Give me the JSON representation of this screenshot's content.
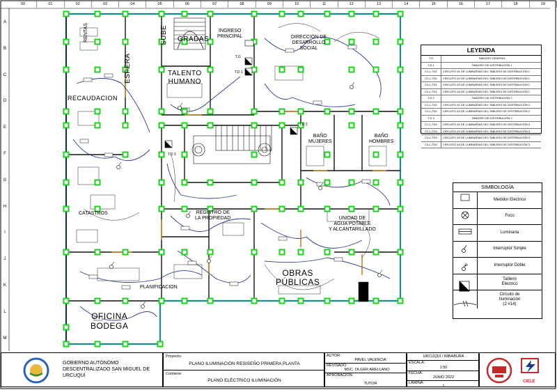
{
  "grid": {
    "columns": [
      "00",
      "01",
      "02",
      "03",
      "04",
      "05",
      "06",
      "07",
      "08",
      "09",
      "10",
      "11",
      "12",
      "13",
      "14",
      "15",
      "16",
      "17",
      "18",
      "19"
    ],
    "rows": [
      "A",
      "B",
      "C",
      "D",
      "E",
      "F",
      "G",
      "H",
      "I",
      "J",
      "K",
      "L",
      "M"
    ]
  },
  "rooms": {
    "rentas": "RENTAS",
    "espera": "ESPERA",
    "sube": "SUBE",
    "gradas": "GRADAS",
    "ingreso": "INGRESO\nPRINCIPAL",
    "desarrollo": "DIRECCIÓN DE\nDESARROLLO\nSOCIAL",
    "recaudacion": "RECAUDACION",
    "talento": "TALENTO\nHUMANO",
    "bano_mujeres": "BAÑO\nMUJERES",
    "bano_hombres": "BAÑO\nHOMBRES",
    "catastros": "CATASTROS",
    "registro": "REGISTRO DE\nLA PROPIEDAD",
    "agua": "UNIDAD DE\nAGUA POTABLE\nY ALCANTARILLADO",
    "obras": "OBRAS\nPÚBLICAS",
    "planificacion": "PLANIFICACION",
    "oficina": "OFICINA\nBODEGA"
  },
  "panel_tags": {
    "tg": "T.G",
    "td1": "T.D 1",
    "td2": "T.D 2",
    "td3": "T.D 3"
  },
  "leyenda": {
    "title": "LEYENDA",
    "rows": [
      {
        "code": "T.G",
        "desc": "TABLERO GENERAL",
        "center": true
      },
      {
        "code": "T.D 1",
        "desc": "TABLERO DE DISTRIBUCIÓN 1",
        "center": true
      },
      {
        "code": "C1-L-TD1",
        "desc": "CIRCUITO #1 DE LUMINARIAS DEL TABLERO DE DISTRIBUCIÓN 1",
        "center": false
      },
      {
        "code": "C2-L-TD1",
        "desc": "CIRCUITO #2 DE LUMINARIAS DEL TABLERO DE DISTRIBUCIÓN 1",
        "center": false
      },
      {
        "code": "C3-L-TD1",
        "desc": "CIRCUITO #3 DE LUMINARIAS DEL TABLERO DE DISTRIBUCIÓN 1",
        "center": false
      },
      {
        "code": "C4-L-TD1",
        "desc": "CIRCUITO #4 DE LUMINARIAS DEL TABLERO DE DISTRIBUCIÓN 1",
        "center": false
      },
      {
        "code": "T.D 2",
        "desc": "TABLERO DE DISTRIBUCIÓN 2",
        "center": true
      },
      {
        "code": "C1-L-TD2",
        "desc": "CIRCUITO #1 DE LUMINARIAS DEL TABLERO DE DISTRIBUCIÓN 2",
        "center": false
      },
      {
        "code": "C2-L-TD2",
        "desc": "CIRCUITO #2 DE LUMINARIAS DEL TABLERO DE DISTRIBUCIÓN 2",
        "center": false
      },
      {
        "code": "T.D 3",
        "desc": "TABLERO DE DISTRIBUCIÓN 3",
        "center": true
      },
      {
        "code": "C1-L-TD3",
        "desc": "CIRCUITO #1 DE LUMINARIAS DEL TABLERO DE DISTRIBUCIÓN 3",
        "center": false
      },
      {
        "code": "C2-L-TD3",
        "desc": "CIRCUITO #2 DE LUMINARIAS DEL TABLERO DE DISTRIBUCIÓN 3",
        "center": false
      },
      {
        "code": "C3-L-TD3",
        "desc": "CIRCUITO #3 DE LUMINARIAS DEL TABLERO DE DISTRIBUCIÓN 3",
        "center": false
      },
      {
        "code": "C4-L-TD3",
        "desc": "CIRCUITO #4 DE LUMINARIAS DEL TABLERO DE DISTRIBUCIÓN 3",
        "center": false
      }
    ]
  },
  "simbologia": {
    "title": "SIMBOLOGÍA",
    "items": [
      {
        "label": "Medidor Eléctrico",
        "icon": "meter-icon"
      },
      {
        "label": "Foco",
        "icon": "bulb-icon"
      },
      {
        "label": "Luminaria",
        "icon": "luminaire-icon"
      },
      {
        "label": "Interruptor Simple",
        "icon": "single-switch-icon"
      },
      {
        "label": "Interruptor Doble",
        "icon": "double-switch-icon"
      },
      {
        "label": "Tablero\nEléctrico",
        "icon": "panel-icon"
      },
      {
        "label": "Circuito de\nIluminación\n(2 #14)",
        "icon": "circuit-icon"
      }
    ]
  },
  "titleblock": {
    "entity": "GOBIERNO AUTÓNOMO\nDESCENTRALIZADO SAN MIGUEL DE\nURCUQUÍ",
    "proyecto_label": "Proyecto:",
    "proyecto": "PLANO ILUMINACIÓN RESISEÑO  PRIMERA PLANTA",
    "contiene_label": "Contiene:",
    "contiene": "PLANO ELÉCTRICO ILUMINACIÓN",
    "autor_label": "AUTOR:",
    "autor": "PAVEL VALENCIA",
    "revisado_label": "REVISADO:",
    "revisado": "MSC. OLGER ARELLANO",
    "aprobacion_label": "APROBACIÓN:",
    "tutor": "TUTOR",
    "ubicacion": "URCUQUÍ / IMBABURA",
    "escala_label": "ESCALA:",
    "escala": "1:50",
    "fecha_label": "FECHA:",
    "fecha": "JUNIO 2022",
    "lamina_label": "LÁMINA:",
    "lamina": "1",
    "logo_right": "CIELE"
  },
  "colors": {
    "wall": "#111111",
    "column": "#18d418",
    "teal": "#1a8a8a",
    "door": "#c8862a",
    "circuit": "#2a3b8f"
  }
}
